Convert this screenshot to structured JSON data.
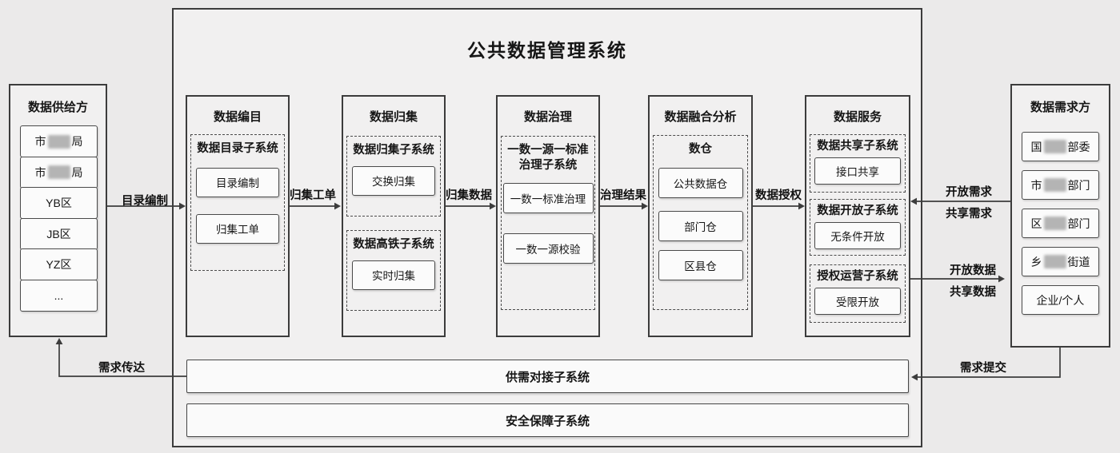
{
  "title": "公共数据管理系统",
  "left_panel": {
    "header": "数据供给方",
    "items": [
      {
        "pre": "市",
        "post": "局",
        "redacted": true
      },
      {
        "pre": "市",
        "post": "局",
        "redacted": true
      },
      {
        "label": "YB区"
      },
      {
        "label": "JB区"
      },
      {
        "label": "YZ区"
      },
      {
        "label": "..."
      }
    ]
  },
  "right_panel": {
    "header": "数据需求方",
    "items": [
      {
        "pre": "国",
        "post": "部委",
        "redacted": true
      },
      {
        "pre": "市",
        "post": "部门",
        "redacted": true
      },
      {
        "pre": "区",
        "post": "部门",
        "redacted": true
      },
      {
        "pre": "乡",
        "post": "街道",
        "redacted": true
      },
      {
        "label": "企业/个人"
      }
    ]
  },
  "columns": [
    {
      "header": "数据编目",
      "sections": [
        {
          "title": "数据目录子系统",
          "items": [
            "目录编制",
            "归集工单"
          ]
        }
      ]
    },
    {
      "header": "数据归集",
      "sections": [
        {
          "title": "数据归集子系统",
          "items": [
            "交换归集"
          ]
        },
        {
          "title": "数据高铁子系统",
          "items": [
            "实时归集"
          ]
        }
      ]
    },
    {
      "header": "数据治理",
      "sections": [
        {
          "title": "一数一源一标准治理子系统",
          "items": [
            "一数一标准治理",
            "一数一源校验"
          ]
        }
      ]
    },
    {
      "header": "数据融合分析",
      "sections": [
        {
          "title": "数仓",
          "items": [
            "公共数据仓",
            "部门仓",
            "区县仓"
          ]
        }
      ]
    },
    {
      "header": "数据服务",
      "sections": [
        {
          "title": "数据共享子系统",
          "items": [
            "接口共享"
          ]
        },
        {
          "title": "数据开放子系统",
          "items": [
            "无条件开放"
          ]
        },
        {
          "title": "授权运营子系统",
          "items": [
            "受限开放"
          ]
        }
      ]
    }
  ],
  "bars": {
    "matching": "供需对接子系统",
    "security": "安全保障子系统"
  },
  "flow_labels": {
    "catalog": "目录编制",
    "work_order": "归集工单",
    "collect_data": "归集数据",
    "governance_result": "治理结果",
    "data_auth": "数据授权",
    "open_demand": "开放需求",
    "share_demand": "共享需求",
    "open_data": "开放数据",
    "share_data": "共享数据",
    "demand_relay": "需求传达",
    "demand_submit": "需求提交"
  },
  "colors": {
    "background": "#ebeaea",
    "line": "#3c3c3c",
    "box_fill": "#fbfbfb"
  }
}
